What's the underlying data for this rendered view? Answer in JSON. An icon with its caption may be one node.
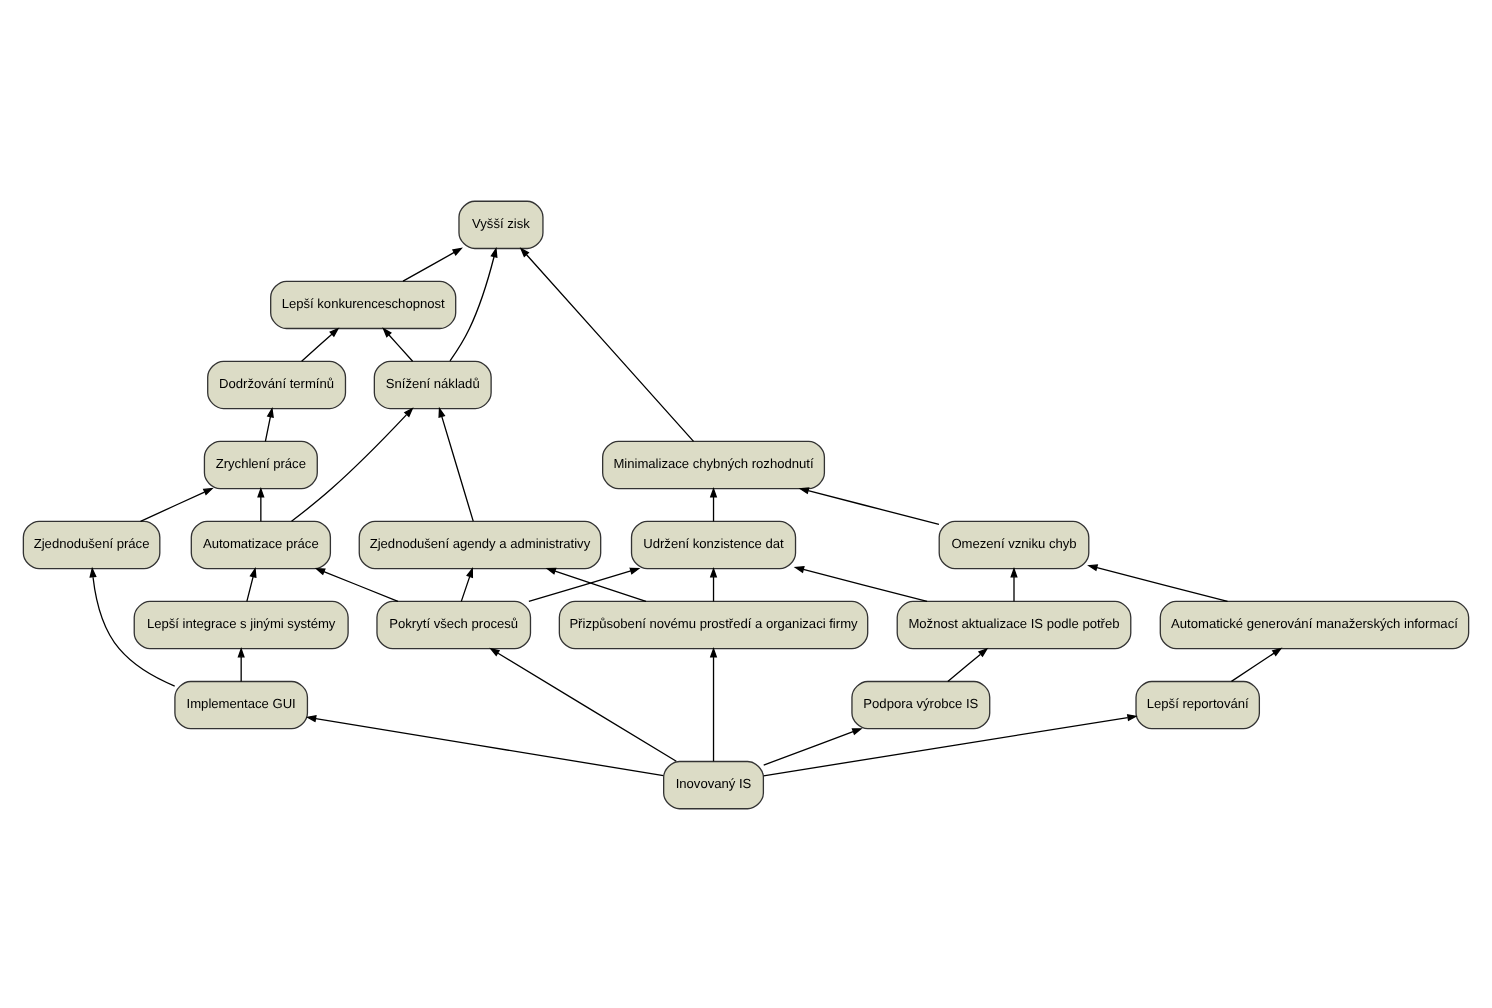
{
  "diagram": {
    "nodes": [
      {
        "text": [
          "Vyšší zisk"
        ]
      },
      {
        "text": [
          "Lepší konkurenceschopnost"
        ]
      },
      {
        "text": [
          "Dodržování termínů"
        ]
      },
      {
        "text": [
          "Zrychlení práce"
        ]
      },
      {
        "text": [
          "Minimalizace chybných rozhodnutí"
        ]
      },
      {
        "text": [
          "Snížení nákladů"
        ]
      },
      {
        "text": [
          "Udržení konzistence dat"
        ]
      },
      {
        "text": [
          "Omezení vzniku chyb"
        ]
      },
      {
        "text": [
          "Automatizace práce"
        ]
      },
      {
        "text": [
          "Zjednodušení práce"
        ]
      },
      {
        "text": [
          "Lepší integrace s jinými systémy"
        ]
      },
      {
        "text": [
          "Zjednodušení agendy a administrativy"
        ]
      },
      {
        "text": [
          "Možnost aktualizace IS podle potřeb"
        ]
      },
      {
        "text": [
          "Automatické generování manažerských informací"
        ]
      },
      {
        "text": [
          "Implementace GUI"
        ]
      },
      {
        "text": [
          "Pokrytí všech procesů"
        ]
      },
      {
        "text": [
          "Přizpůsobení novému prostředí a organizaci firmy"
        ]
      },
      {
        "text": [
          "Podpora výrobce IS"
        ]
      },
      {
        "text": [
          "Lepší reportování"
        ]
      },
      {
        "text": [
          "Inovovaný IS"
        ]
      }
    ],
    "edges": [
      {
        "from": 19,
        "to": 14,
        "arrow": "to"
      },
      {
        "from": 19,
        "to": 15,
        "arrow": "to"
      },
      {
        "from": 19,
        "to": 16,
        "arrow": "to"
      },
      {
        "from": 19,
        "to": 17,
        "arrow": "to"
      },
      {
        "from": 19,
        "to": 18,
        "arrow": "to"
      },
      {
        "from": 14,
        "to": 9,
        "arrow": "to"
      },
      {
        "from": 14,
        "to": 10,
        "arrow": "to"
      },
      {
        "from": 9,
        "to": 3,
        "arrow": "to"
      },
      {
        "from": 10,
        "to": 8,
        "arrow": "to"
      },
      {
        "from": 15,
        "to": 8,
        "arrow": "to"
      },
      {
        "from": 15,
        "to": 11,
        "arrow": "to"
      },
      {
        "from": 15,
        "to": 6,
        "arrow": "to"
      },
      {
        "from": 16,
        "to": 11,
        "arrow": "to"
      },
      {
        "from": 16,
        "to": 6,
        "arrow": "to"
      },
      {
        "from": 17,
        "to": 12,
        "arrow": "to"
      },
      {
        "from": 18,
        "to": 13,
        "arrow": "to"
      },
      {
        "from": 12,
        "to": 6,
        "arrow": "to"
      },
      {
        "from": 12,
        "to": 7,
        "arrow": "to"
      },
      {
        "from": 13,
        "to": 7,
        "arrow": "to"
      },
      {
        "from": 8,
        "to": 3,
        "arrow": "to"
      },
      {
        "from": 8,
        "to": 5,
        "arrow": "to"
      },
      {
        "from": 11,
        "to": 5,
        "arrow": "to"
      },
      {
        "from": 3,
        "to": 2,
        "arrow": "to"
      },
      {
        "from": 2,
        "to": 1,
        "arrow": "to"
      },
      {
        "from": 5,
        "to": 1,
        "arrow": "to"
      },
      {
        "from": 5,
        "to": 0,
        "arrow": "to"
      },
      {
        "from": 6,
        "to": 4,
        "arrow": "to"
      },
      {
        "from": 7,
        "to": 4,
        "arrow": "to"
      },
      {
        "from": 1,
        "to": 0,
        "arrow": "to"
      },
      {
        "from": 4,
        "to": 0,
        "arrow": "to"
      }
    ]
  }
}
